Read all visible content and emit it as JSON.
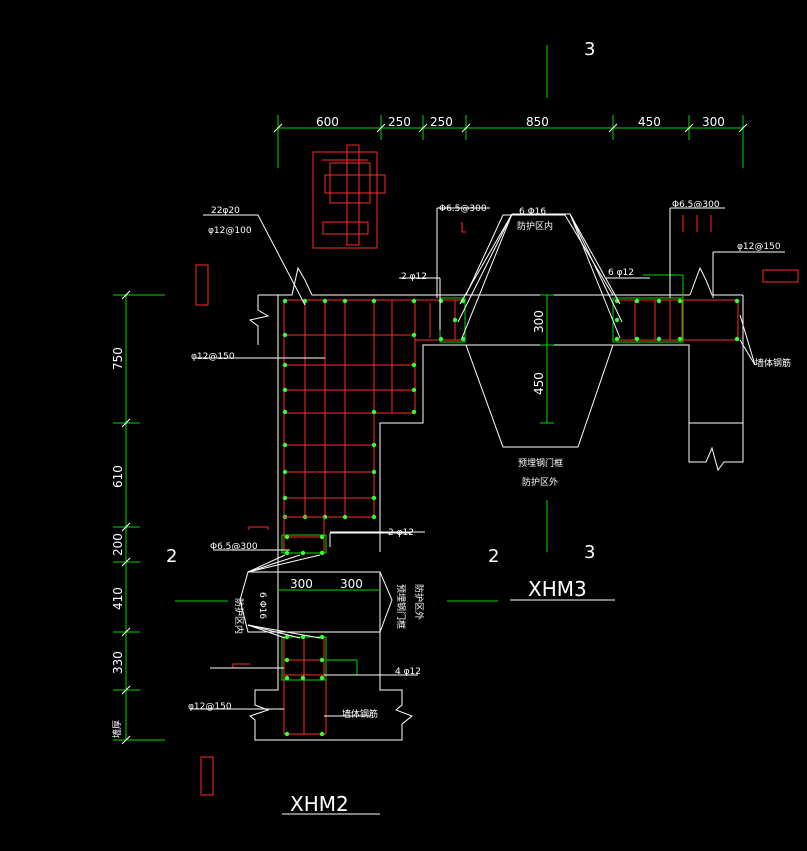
{
  "axes": {
    "axis3_top": "3",
    "axis2_left": "2",
    "axis2_mid": "2",
    "axis3_mid": "3"
  },
  "top_dims": [
    "600",
    "250",
    "250",
    "850",
    "450",
    "300"
  ],
  "left_dims": [
    "750",
    "610",
    "200",
    "410",
    "330",
    "墙厚"
  ],
  "inner_dims": {
    "d300": "300",
    "d450": "450",
    "w300a": "300",
    "w300b": "300"
  },
  "labels": {
    "top_left_bar": "22φ20",
    "top_left_stirrup": "φ12@100",
    "top_mid_stirrup": "Φ6.5@300",
    "top_mid_bars": "6 Φ16",
    "top_mid_note": "防护区内",
    "top_right_stirrup": "Φ6.5@300",
    "right_dist": "φ12@150",
    "left_2phi12": "2 φ12",
    "right_6phi12": "6 φ12",
    "left_phi12_150": "φ12@150",
    "wall_bars_right": "墙体钢筋",
    "door_frame": "预埋钢门框",
    "door_frame_outside": "防护区外",
    "low_stirrup": "Φ6.5@300",
    "low_2phi12": "2 φ12",
    "low_6phi16": "6 Φ16",
    "low_inside": "防护区内",
    "low_door_frame": "预埋钢门框",
    "low_outside": "防护区外",
    "low_4phi12": "4 φ12",
    "low_phi12_150": "φ12@150",
    "low_wall_bars": "墙体钢筋"
  },
  "titles": {
    "xhm2": "XHM2",
    "xhm3": "XHM3"
  },
  "colors": {
    "background": "#000000",
    "outline": "#ffffff",
    "rebar": "#ff2a2a",
    "dimension": "#00d800",
    "bar_dot": "#33ff33"
  }
}
